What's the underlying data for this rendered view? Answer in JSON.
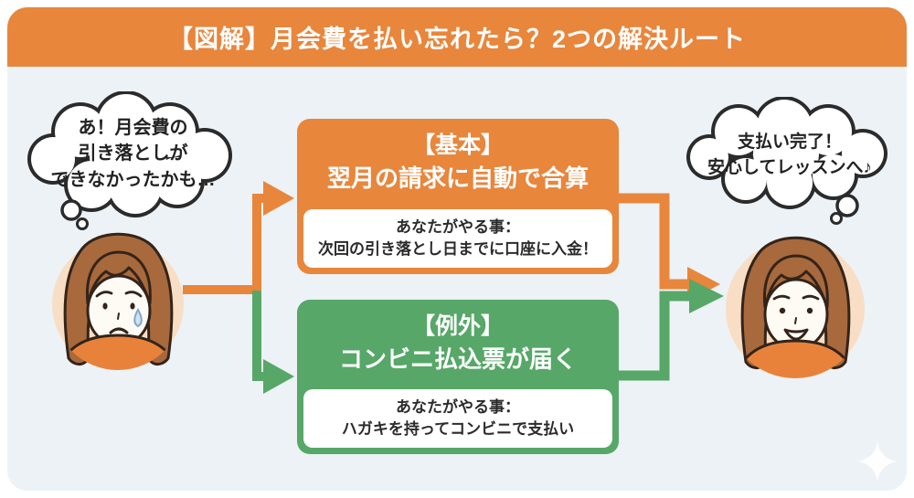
{
  "header": {
    "title": "【図解】月会費を払い忘れたら？2つの解決ルート"
  },
  "left_person": {
    "description": "worried woman illustration",
    "bubble_line1": "あ！月会費の",
    "bubble_line2": "引き落としが",
    "bubble_line3": "できなかったかも…"
  },
  "right_person": {
    "description": "relieved smiling woman illustration",
    "bubble_line1": "支払い完了！",
    "bubble_line2": "安心してレッスンへ♪"
  },
  "routes": {
    "basic": {
      "tag": "【基本】",
      "title": "翌月の請求に自動で合算",
      "todo_label": "あなたがやる事：",
      "todo_text": "次回の引き落とし日までに口座に入金！",
      "accent": "#E8863C"
    },
    "exception": {
      "tag": "【例外】",
      "title": "コンビニ払込票が届く",
      "todo_label": "あなたがやる事：",
      "todo_text": "ハガキを持ってコンビニで支払い",
      "accent": "#57A768"
    }
  },
  "colors": {
    "orange": "#E8863C",
    "green": "#57A768",
    "panel_background": "#EDF2F6",
    "outer_background": "#FFFFFF",
    "text": "#2B2B2B",
    "skin_circle": "#F8DEC5",
    "hair": "#A8693C",
    "shirt": "#E8823B"
  }
}
